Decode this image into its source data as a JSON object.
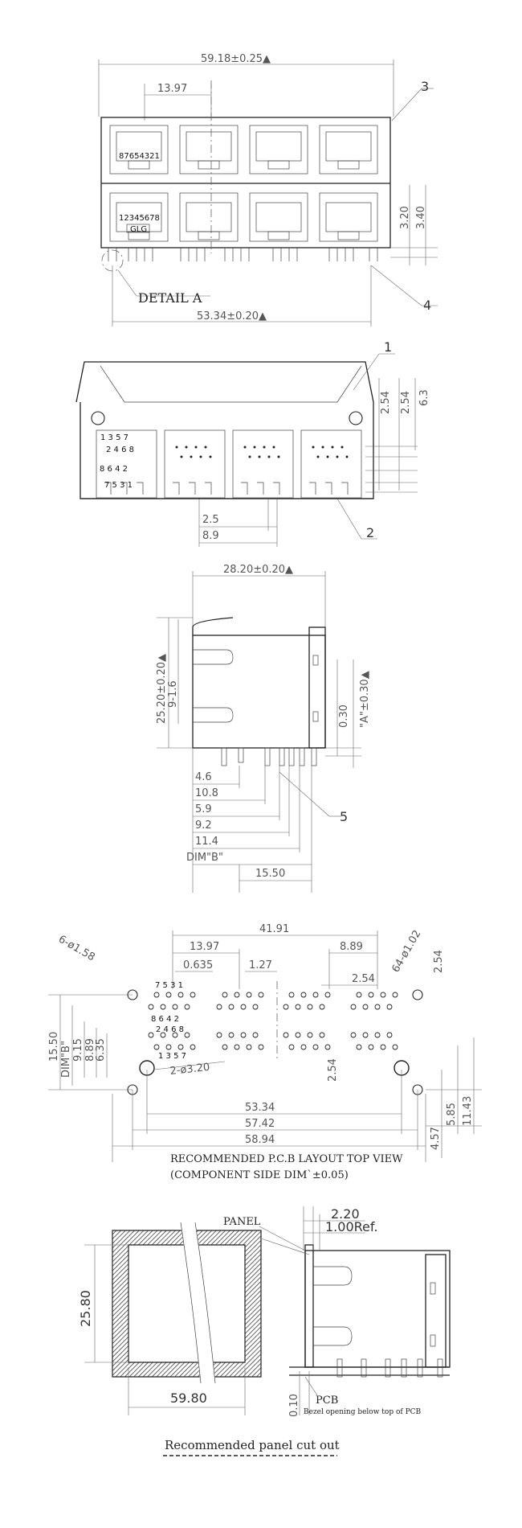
{
  "front_view": {
    "overall_width": "59.18±0.25▲",
    "port_pitch": "13.97",
    "callout_3": "3",
    "callout_4": "4",
    "pin_order_top": "87654321",
    "pin_order_bottom": "12345678",
    "led_label": "GLG",
    "height_a": "3.20",
    "height_b": "3.40",
    "detail_label": "DETAIL A",
    "pin_span": "53.34±0.20▲"
  },
  "bottom_view": {
    "callout_1": "1",
    "callout_2": "2",
    "dim_a": "2.54",
    "dim_b": "2.54",
    "dim_c": "6.3",
    "dim_pitch": "2.5",
    "dim_span": "8.9",
    "pin_nums_top": "1 3 5 7",
    "pin_nums_mid": "2 4 6 8",
    "pin_nums_low": "8 6 4 2",
    "pin_nums_bot": "7 5 3 1"
  },
  "side_view": {
    "depth": "28.20±0.20▲",
    "height": "25.20±0.20▲",
    "dim_9_16": "9-1.6",
    "dim_030": "0.30",
    "dim_a": "\"A\"±0.30▲",
    "d46": "4.6",
    "d108": "10.8",
    "d59": "5.9",
    "d92": "9.2",
    "d114": "11.4",
    "dimb": "DIM\"B\"",
    "d1550": "15.50",
    "callout_5": "5"
  },
  "pcb_layout": {
    "d4191": "41.91",
    "d1397": "13.97",
    "d889": "8.89",
    "d0635": "0.635",
    "d127": "1.27",
    "d254a": "2.54",
    "d254b": "2.54",
    "d254c": "2.54",
    "holes_large": "6-ø1.58",
    "holes_small": "64-ø1.02",
    "holes_mount": "2-ø3.20",
    "d1550": "15.50",
    "dimb": "DIM\"B\"",
    "d915": "9.15",
    "d889v": "8.89",
    "d635": "6.35",
    "d5334": "53.34",
    "d5742": "57.42",
    "d5894": "58.94",
    "d457": "4.57",
    "d585": "5.85",
    "d1143": "11.43",
    "nums_top": "7 5 3 1",
    "nums_mid": "8 6 4 2",
    "nums_low": "2 4 6 8",
    "nums_bot": "1 3 5 7",
    "caption_1": "RECOMMENDED P.C.B LAYOUT TOP VIEW",
    "caption_2": "(COMPONENT SIDE DIM`±0.05)"
  },
  "panel_cutout": {
    "panel_label": "PANEL",
    "d220": "2.20",
    "d100": "1.00Ref.",
    "d2580": "25.80",
    "d5980": "59.80",
    "d010": "0.10",
    "pcb_label": "PCB",
    "bezel_note": "Bezel opening below top of PCB",
    "caption": "Recommended panel cut out"
  }
}
